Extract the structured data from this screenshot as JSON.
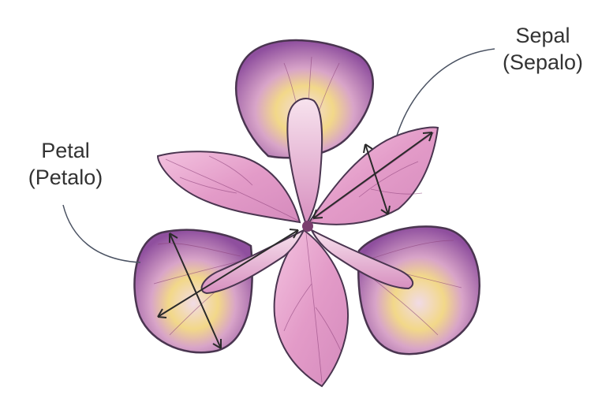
{
  "labels": {
    "sepal": {
      "line1": "Sepal",
      "line2": "(Sepalo)"
    },
    "petal": {
      "line1": "Petal",
      "line2": "(Petalo)"
    }
  },
  "colors": {
    "sepal_fill": "#b25b9c",
    "sepal_center": "#e8c7dc",
    "sepal_yellow": "#f3d77a",
    "petal_fill": "#e7a4cd",
    "petal_vein": "#8a3f78",
    "outline": "#4a3550",
    "arrow": "#2a2a2a",
    "text": "#333333"
  }
}
